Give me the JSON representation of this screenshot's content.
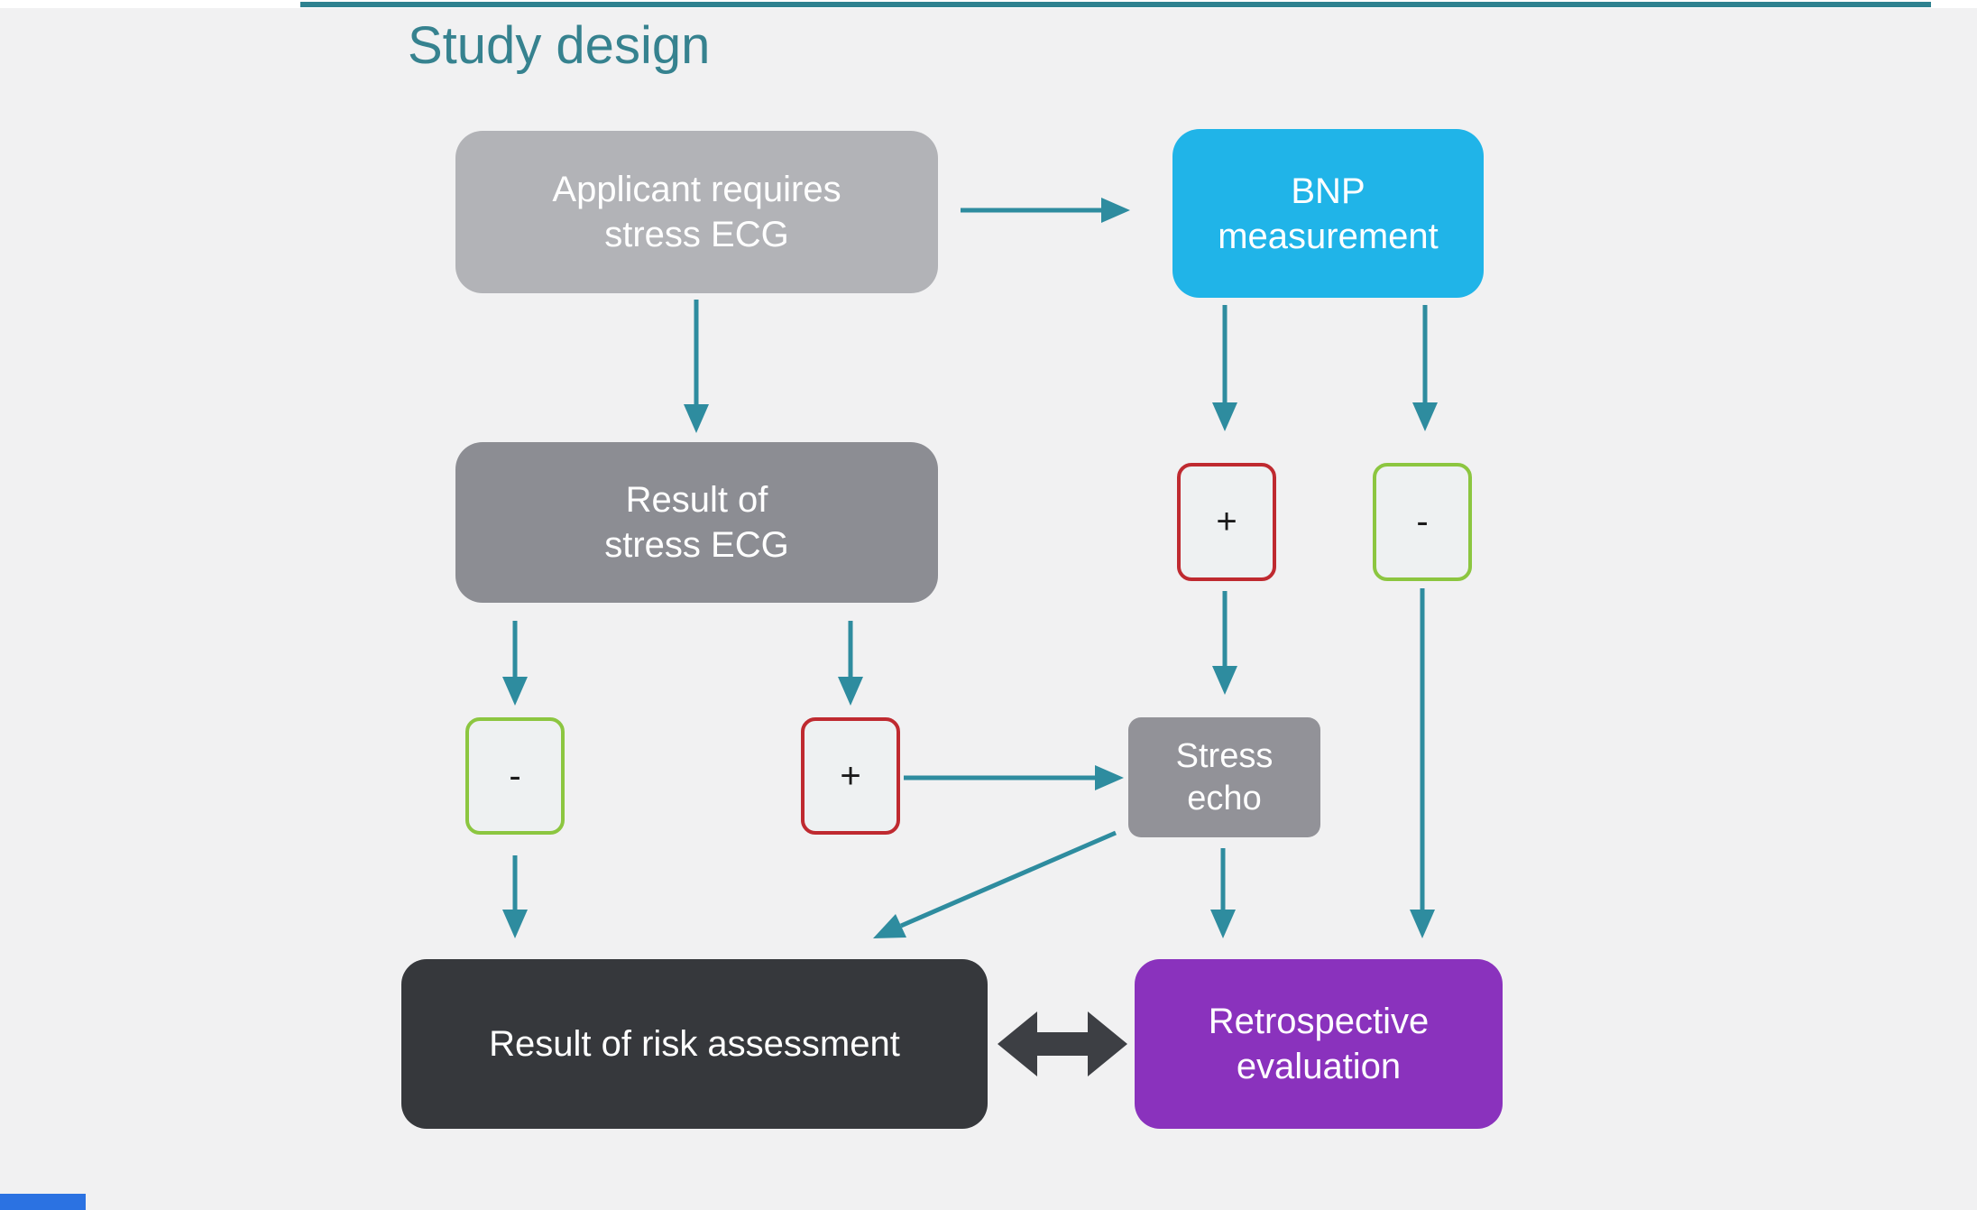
{
  "title": "Study design",
  "colors": {
    "background": "#f1f1f2",
    "title_teal": "#36828F",
    "arrow_teal": "#2E8C9F",
    "top_line": "#2E8290",
    "bottom_strip_blue": "#2b72e2",
    "box_light_gray": "#b2b3b7",
    "box_mid_gray": "#8c8d93",
    "box_echo_gray": "#929298",
    "box_cyan": "#20b4e8",
    "box_dark": "#36383c",
    "box_purple": "#8a32bd",
    "border_red": "#bf2a30",
    "border_green": "#8cc640",
    "pm_fill": "#eef1f2",
    "thick_arrow": "#3d3f44"
  },
  "nodes": {
    "applicant": {
      "line1": "Applicant requires",
      "line2": "stress ECG"
    },
    "bnp": {
      "line1": "BNP",
      "line2": "measurement"
    },
    "result_ecg": {
      "line1": "Result of",
      "line2": "stress ECG"
    },
    "bnp_positive": {
      "label": "+"
    },
    "bnp_negative": {
      "label": "-"
    },
    "ecg_negative": {
      "label": "-"
    },
    "ecg_positive": {
      "label": "+"
    },
    "stress_echo": {
      "line1": "Stress",
      "line2": "echo"
    },
    "risk_result": {
      "label": "Result of risk assessment"
    },
    "retrospective": {
      "line1": "Retrospective",
      "line2": "evaluation"
    }
  }
}
